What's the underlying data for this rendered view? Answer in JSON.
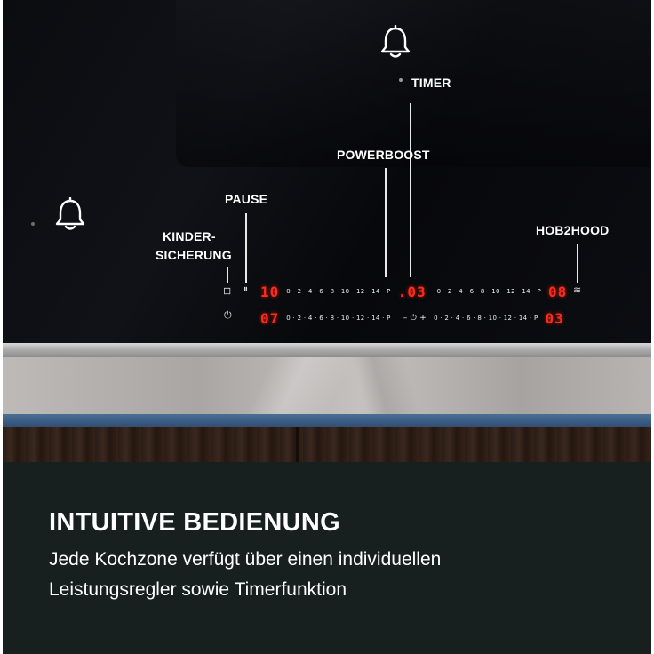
{
  "labels": {
    "timer": "TIMER",
    "powerboost": "POWERBOOST",
    "pause": "PAUSE",
    "kinder_line1": "KINDER-",
    "kinder_line2": "SICHERUNG",
    "hob2hood": "HOB2HOOD"
  },
  "display": {
    "row1": {
      "left_value": "10",
      "left_scale": "0 · 2 · 4 · 6 · 8 · 10 · 12 · 14 · P",
      "mid_value": ".03",
      "right_scale": "0 · 2 · 4 · 6 · 8 · 10 · 12 · 14 · P",
      "right_value": "08"
    },
    "row2": {
      "left_value": "07",
      "left_scale": "0 · 2 · 4 · 6 · 8 · 10 · 12 · 14 · P",
      "mid_controls": "–  ⏻  +",
      "right_scale": "0 · 2 · 4 · 6 · 8 · 10 · 12 · 14 · P",
      "right_value": "03"
    }
  },
  "text": {
    "heading": "INTUITIVE BEDIENUNG",
    "line1": "Jede Kochzone verfügt über einen individuellen",
    "line2": "Leistungsregler sowie Timerfunktion"
  },
  "icons": {
    "bell": "bell-icon",
    "lock": "child-lock-icon",
    "pause": "pause-icon",
    "power": "power-icon",
    "hood": "hob2hood-icon"
  },
  "colors": {
    "display_red": "#ff2a1a",
    "panel_bg": "#17201f",
    "glass": "#0b0c10"
  }
}
